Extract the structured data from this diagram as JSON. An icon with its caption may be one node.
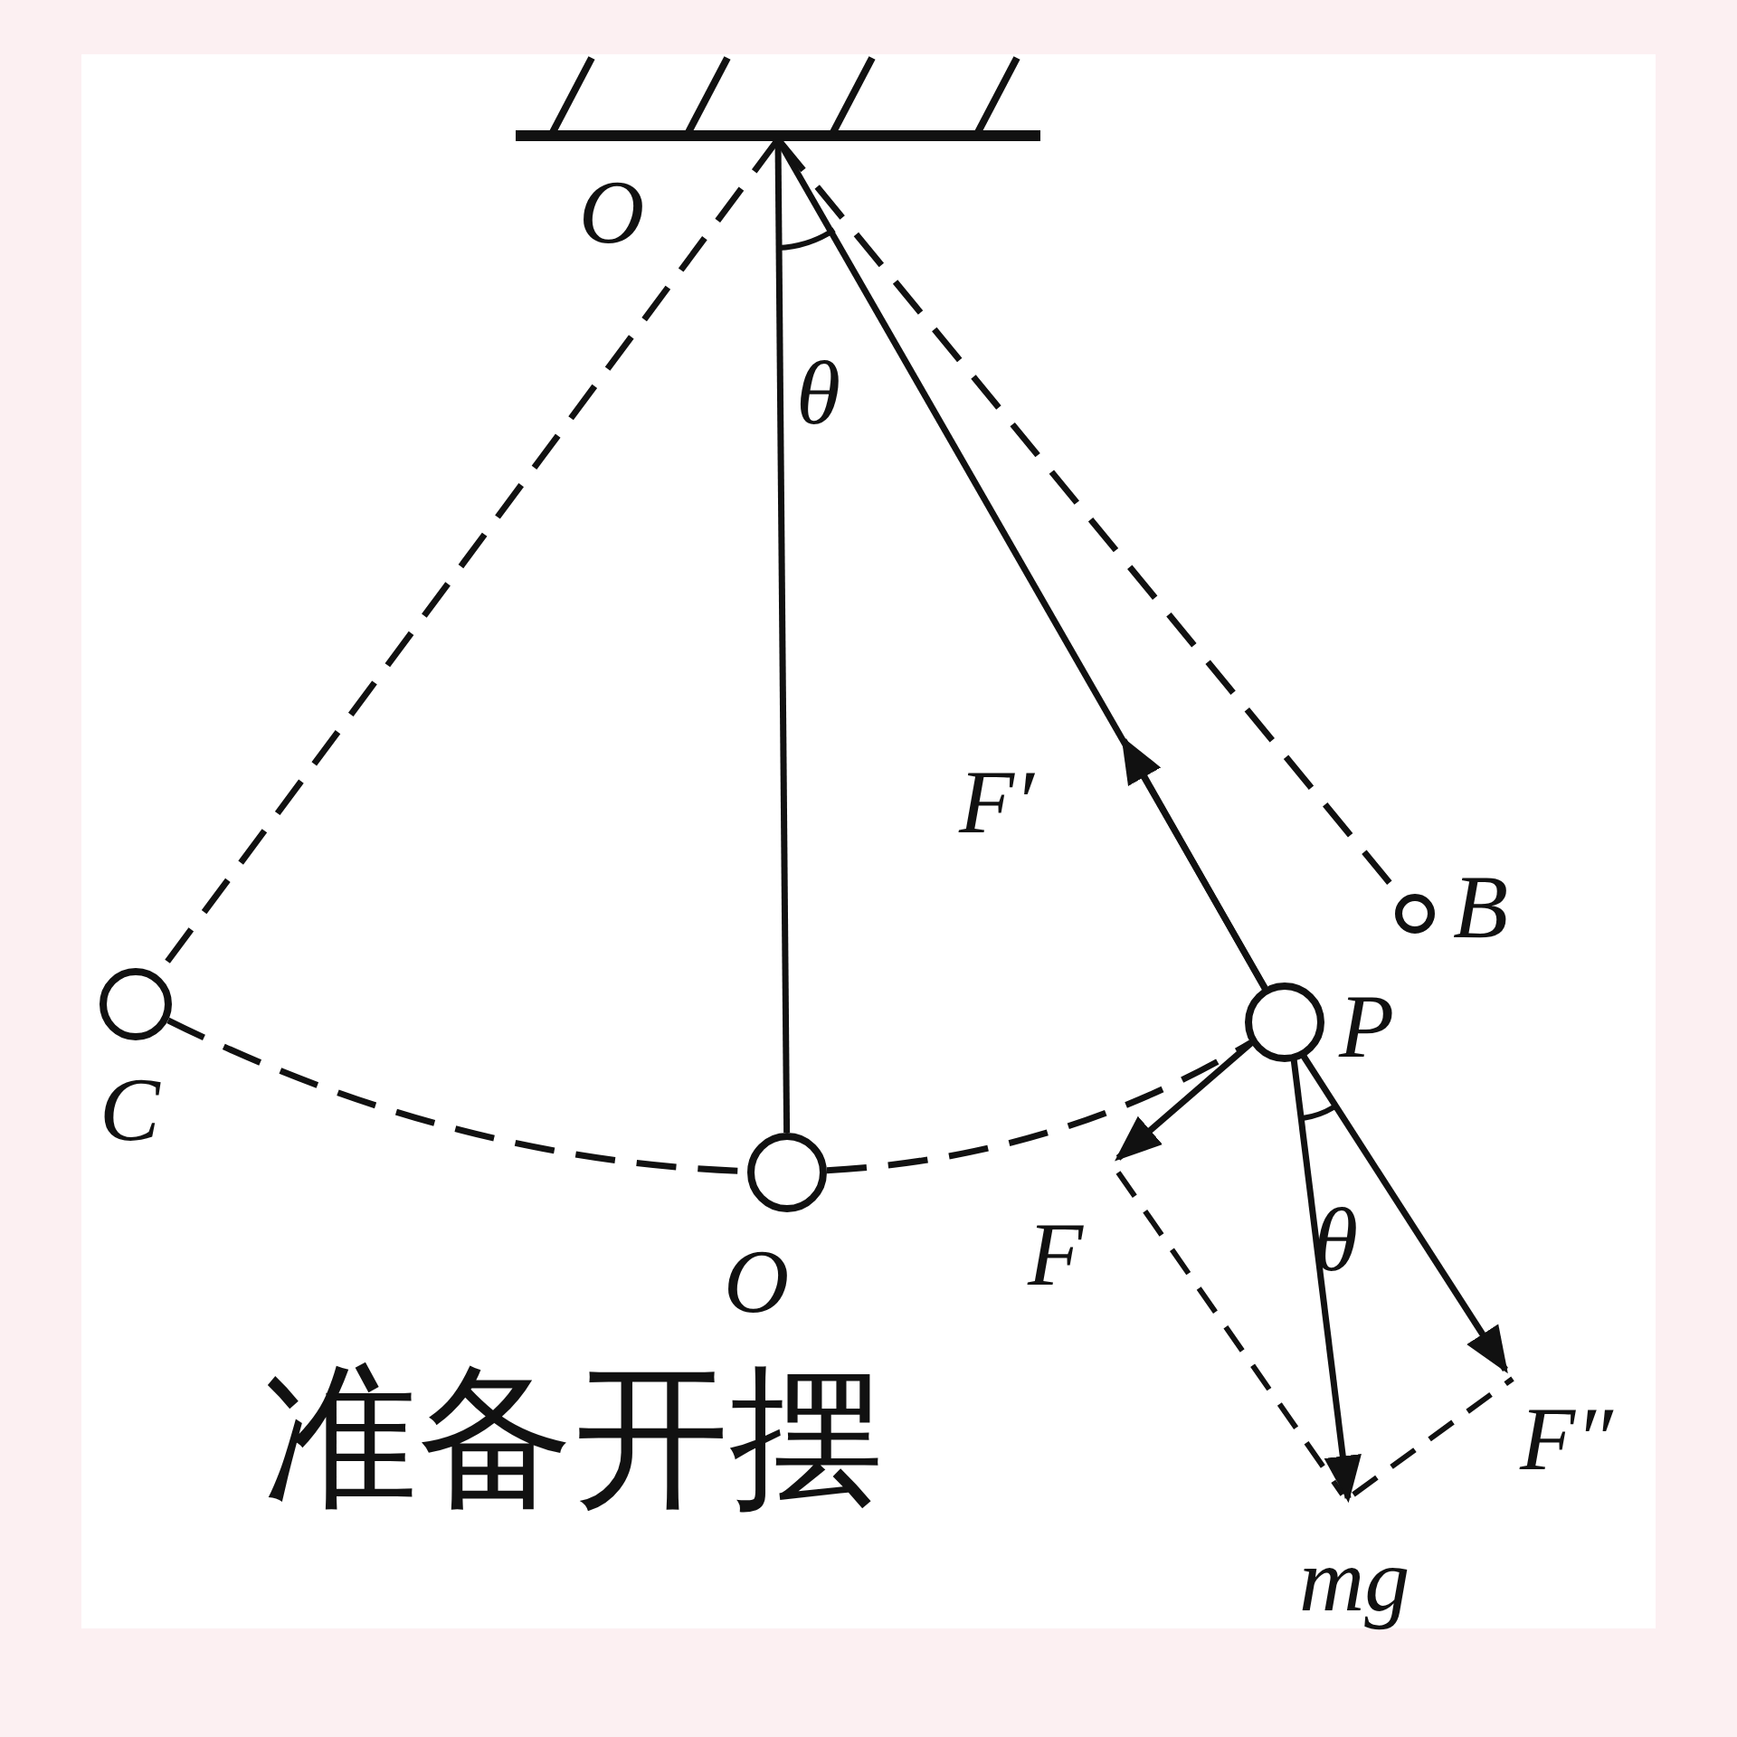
{
  "diagram": {
    "caption": "准备开摆",
    "nodes": [
      {
        "text": [],
        "shape": "bar",
        "beside": [
          "O"
        ]
      },
      {
        "text": [],
        "shape": "circle",
        "beside": [
          "C"
        ]
      },
      {
        "text": [],
        "shape": "circle",
        "beside": [
          "O"
        ]
      },
      {
        "text": [],
        "shape": "circle",
        "beside": [
          "P"
        ]
      },
      {
        "text": [],
        "shape": "circle",
        "beside": [
          "B"
        ]
      }
    ],
    "edges": [
      {
        "from": 0,
        "to": 1,
        "arrow": "none",
        "style": "dashed"
      },
      {
        "from": 0,
        "to": 2,
        "arrow": "none"
      },
      {
        "from": 0,
        "to": 3,
        "arrow": "none"
      },
      {
        "from": 0,
        "to": 4,
        "arrow": "none",
        "style": "dashed"
      },
      {
        "from": 1,
        "to": 2,
        "arrow": "none",
        "style": "dashed"
      },
      {
        "from": 2,
        "to": 3,
        "arrow": "none",
        "style": "dashed"
      }
    ],
    "labels": [
      "θ",
      "F′",
      "F",
      "θ",
      "F″",
      "mg"
    ]
  }
}
